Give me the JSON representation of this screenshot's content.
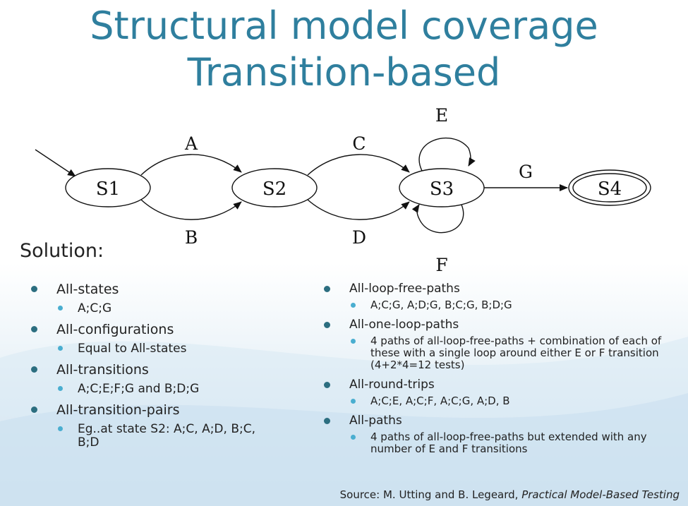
{
  "title": {
    "line1": "Structural model coverage",
    "line2": "Transition-based"
  },
  "diagram": {
    "states": [
      "S1",
      "S2",
      "S3",
      "S4"
    ],
    "transitions": [
      "A",
      "B",
      "C",
      "D",
      "E",
      "F",
      "G"
    ]
  },
  "solution": {
    "heading": "Solution:",
    "left": [
      {
        "label": "All-states",
        "detail": "A;C;G"
      },
      {
        "label": "All-configurations",
        "detail": "Equal to All-states"
      },
      {
        "label": "All-transitions",
        "detail": "A;C;E;F;G and B;D;G"
      },
      {
        "label": "All-transition-pairs",
        "detail": "Eg..at state S2: A;C, A;D, B;C, B;D"
      }
    ],
    "right": [
      {
        "label": "All-loop-free-paths",
        "detail": "A;C;G, A;D;G, B;C;G, B;D;G"
      },
      {
        "label": "All-one-loop-paths",
        "detail": "4 paths of all-loop-free-paths + combination of each of these with a single loop around either E or F transition (4+2*4=12 tests)"
      },
      {
        "label": "All-round-trips",
        "detail": "A;C;E, A;C;F, A;C;G, A;D, B"
      },
      {
        "label": "All-paths",
        "detail": "4 paths of all-loop-free-paths but extended with any number of E and F transitions"
      }
    ]
  },
  "source": {
    "prefix": "Source: M. Utting and B. Legeard, ",
    "book": "Practical Model-Based Testing"
  },
  "colors": {
    "title": "#2f7f9e",
    "bullet": "#2c6e80",
    "sub_bullet": "#4aaed0"
  }
}
